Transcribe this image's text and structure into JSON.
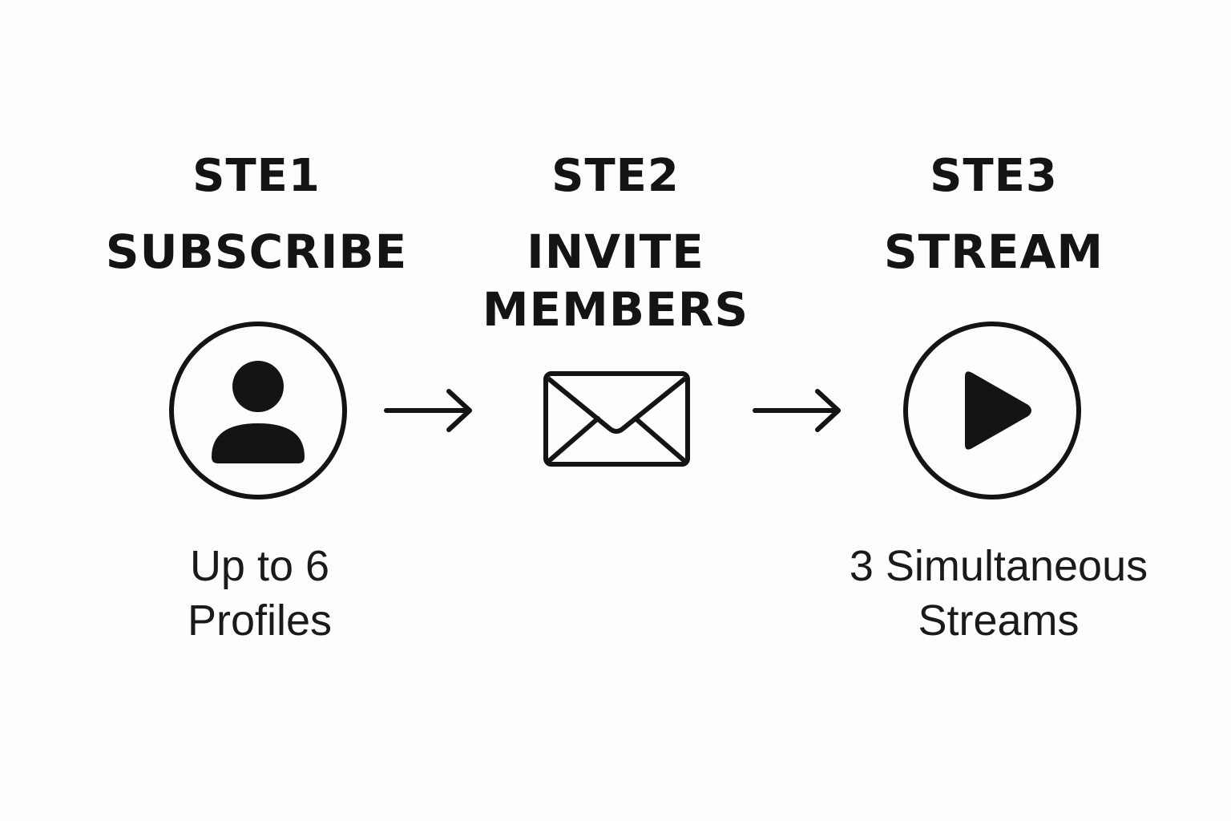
{
  "steps": [
    {
      "number": "STE1",
      "title_lines": [
        "SUBSCRIBE"
      ],
      "caption_lines": [
        "Up to 6",
        "Profiles"
      ],
      "icon": "user-icon"
    },
    {
      "number": "STE2",
      "title_lines": [
        "INVITE",
        "MEMBERS"
      ],
      "caption_lines": [],
      "icon": "envelope-icon"
    },
    {
      "number": "STE3",
      "title_lines": [
        "STREAM"
      ],
      "caption_lines": [
        "3 Simultaneous",
        "Streams"
      ],
      "icon": "play-icon"
    }
  ],
  "connectors": [
    "arrow-right-icon",
    "arrow-right-icon"
  ],
  "colors": {
    "ink": "#141414",
    "background": "#fdfdfd"
  }
}
